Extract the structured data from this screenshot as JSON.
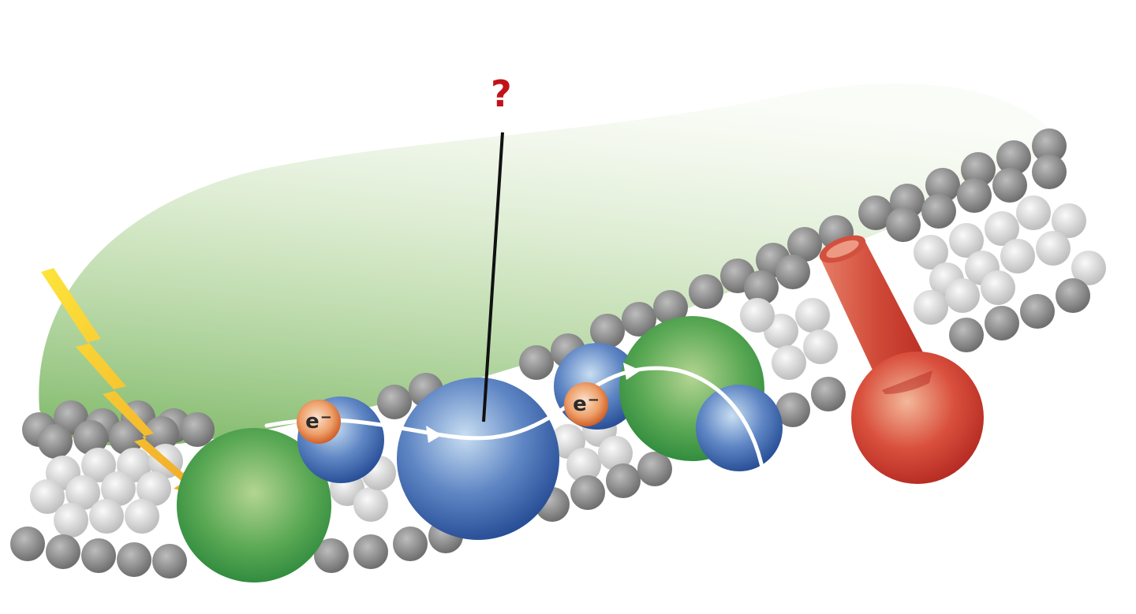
{
  "diagram": {
    "subject": "thylakoid membrane electron transport chain",
    "question_mark": {
      "text": "?",
      "color": "#c0141a"
    },
    "electron_labels": [
      {
        "id": "electron-1",
        "text": "e",
        "superscript": "−"
      },
      {
        "id": "electron-2",
        "text": "e",
        "superscript": "−"
      }
    ],
    "components": [
      {
        "id": "light",
        "kind": "lightning-arrow",
        "color": "#f5d020"
      },
      {
        "id": "photosystem-ii",
        "kind": "green-sphere",
        "color": "#3f9a45"
      },
      {
        "id": "plastoquinone",
        "kind": "small-blue-sphere",
        "color": "#3a5ea8"
      },
      {
        "id": "cytochrome-complex",
        "kind": "large-blue-sphere",
        "color": "#2f56a0",
        "pointer": "?"
      },
      {
        "id": "plastocyanin",
        "kind": "small-blue-sphere",
        "color": "#3a5ea8"
      },
      {
        "id": "photosystem-i",
        "kind": "green-sphere",
        "color": "#3f9a45"
      },
      {
        "id": "ferredoxin",
        "kind": "small-blue-sphere",
        "color": "#3a5ea8"
      },
      {
        "id": "atp-synthase",
        "kind": "red-channel-and-sphere",
        "color": "#c9342b"
      }
    ],
    "colors": {
      "stroma_green": "#7fb86a",
      "membrane_dark": "#7a7a7a",
      "membrane_light": "#e2e2e2",
      "electron_path": "#ffffff",
      "electron_orange": "#d8652a"
    }
  }
}
